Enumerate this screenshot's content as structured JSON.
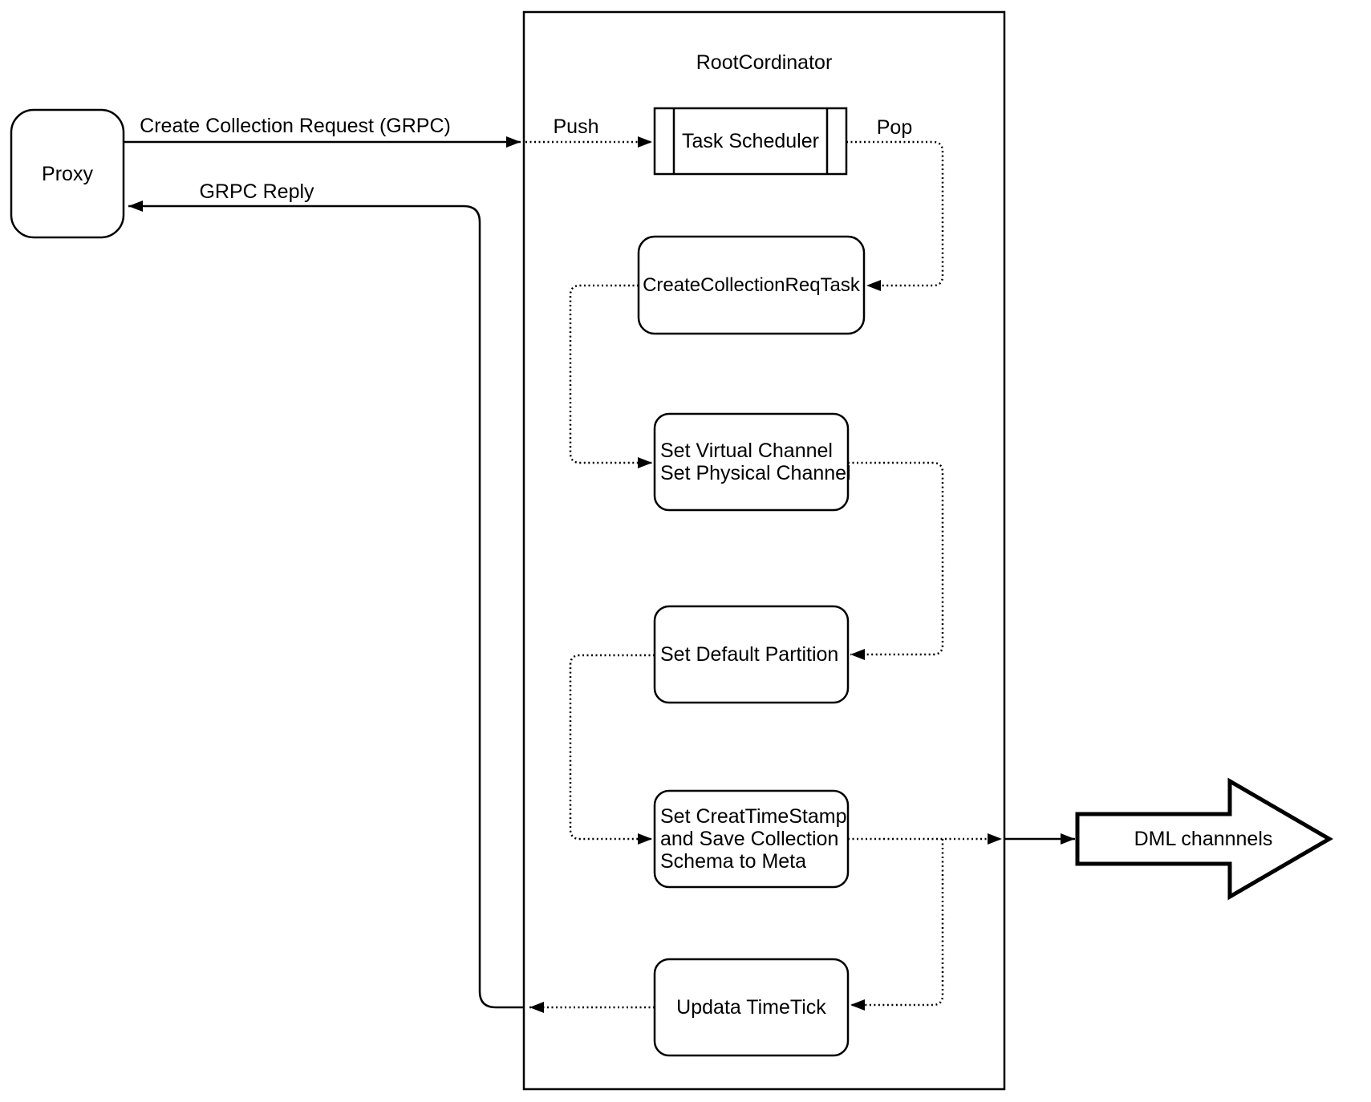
{
  "diagram": {
    "nodes": {
      "proxy": {
        "label": "Proxy"
      },
      "root_coordinator": {
        "title": "RootCordinator"
      },
      "task_scheduler": {
        "label": "Task Scheduler"
      },
      "create_collection_req_task": {
        "label": "CreateCollectionReqTask"
      },
      "set_channels": {
        "lines": [
          "Set Virtual Channel",
          "Set Physical Channel"
        ]
      },
      "set_default_partition": {
        "label": "Set Default Partition"
      },
      "set_creat_timestamp": {
        "lines": [
          "Set CreatTimeStamp",
          "and Save Collection",
          "Schema to Meta"
        ]
      },
      "updata_timetick": {
        "label": "Updata TimeTick"
      },
      "dml_channels": {
        "label": "DML channnels"
      }
    },
    "edge_labels": {
      "create_collection_request": "Create Collection Request (GRPC)",
      "grpc_reply": "GRPC Reply",
      "push": "Push",
      "pop": "Pop"
    },
    "colors": {
      "stroke": "#000000",
      "background": "#ffffff"
    }
  }
}
